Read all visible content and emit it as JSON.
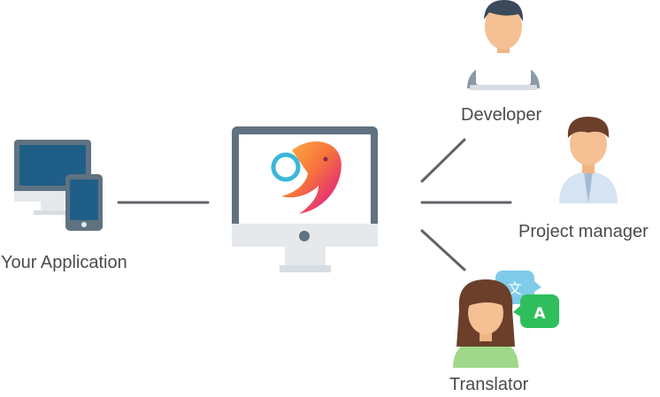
{
  "nodes": {
    "your_application": {
      "label": "Your Application",
      "icon": "devices-icon"
    },
    "hub": {
      "icon": "monitor-with-logo-icon"
    },
    "developer": {
      "label": "Developer",
      "icon": "developer-avatar-icon"
    },
    "project_manager": {
      "label": "Project manager",
      "icon": "project-manager-avatar-icon"
    },
    "translator": {
      "label": "Translator",
      "icon": "translator-avatar-icon"
    }
  },
  "translate_badge": {
    "source_glyph": "文",
    "target_glyph": "A"
  },
  "colors": {
    "line": "#5f6368",
    "monitor_frame": "#5f7282",
    "monitor_stand": "#e5e9ec",
    "screen_blue": "#1f5f87",
    "skin": "#f5c093",
    "hair_dark": "#3a4a5a",
    "hair_brown": "#6b3f2a",
    "translator_shirt": "#9fd88a",
    "badge_light_blue": "#7fcbea",
    "badge_green": "#2ebf5c"
  }
}
